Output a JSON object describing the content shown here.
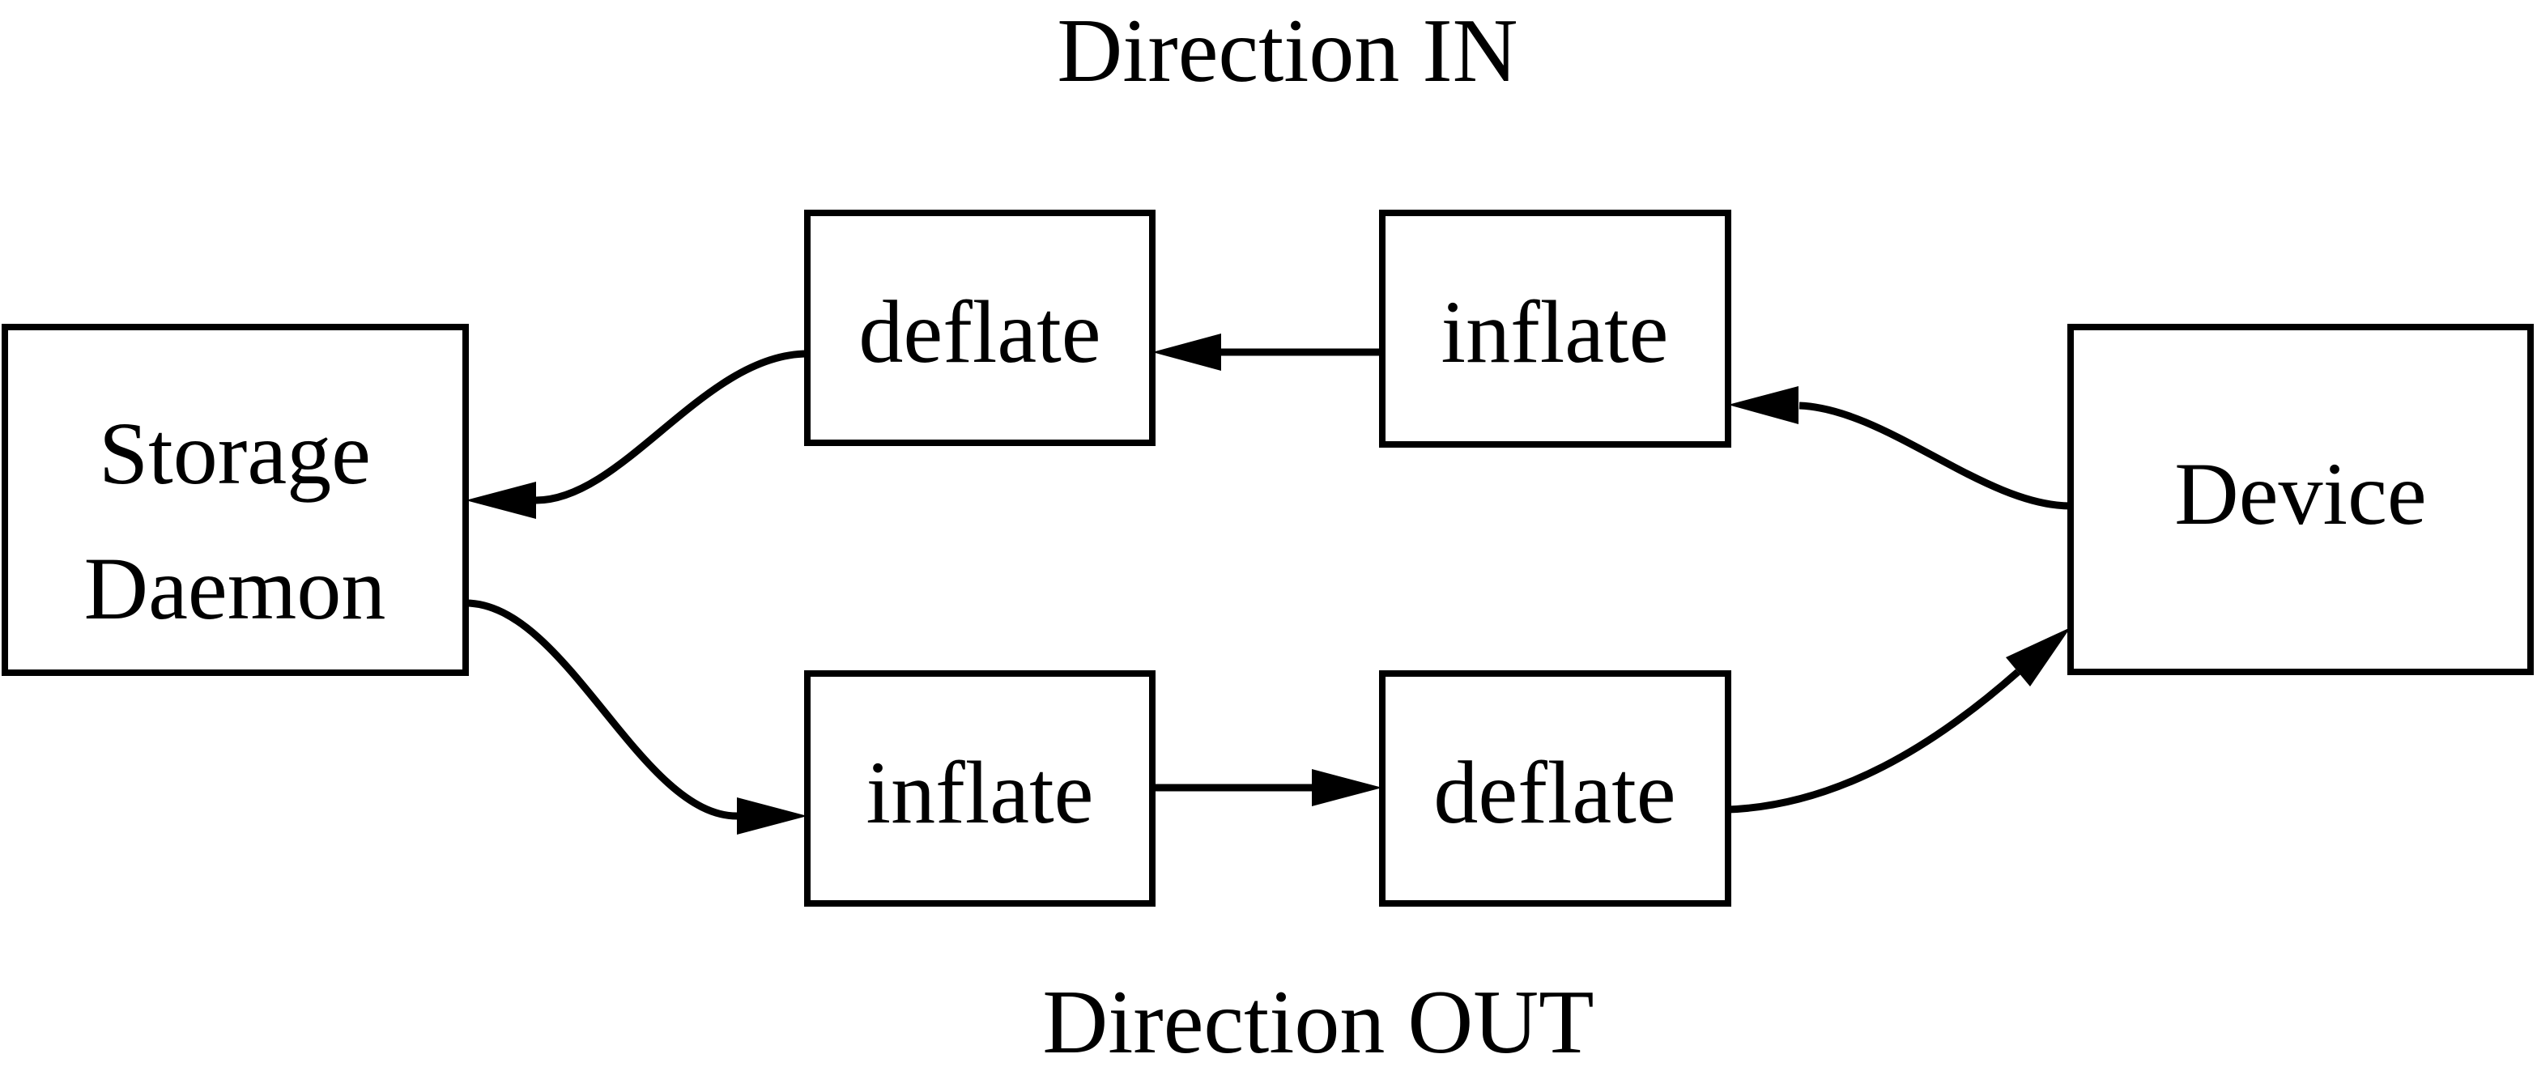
{
  "diagram": {
    "title_in": "Direction IN",
    "title_out": "Direction OUT",
    "nodes": {
      "storage_daemon_line1": "Storage",
      "storage_daemon_line2": "Daemon",
      "deflate_in": "deflate",
      "inflate_in": "inflate",
      "inflate_out": "inflate",
      "deflate_out": "deflate",
      "device": "Device"
    },
    "edges": [
      {
        "from": "device",
        "to": "inflate_in",
        "direction": "IN"
      },
      {
        "from": "inflate_in",
        "to": "deflate_in",
        "direction": "IN"
      },
      {
        "from": "deflate_in",
        "to": "storage_daemon",
        "direction": "IN"
      },
      {
        "from": "storage_daemon",
        "to": "inflate_out",
        "direction": "OUT"
      },
      {
        "from": "inflate_out",
        "to": "deflate_out",
        "direction": "OUT"
      },
      {
        "from": "deflate_out",
        "to": "device",
        "direction": "OUT"
      }
    ],
    "colors": {
      "line": "#000000",
      "background": "#ffffff",
      "box_fill": "#ffffff"
    }
  }
}
